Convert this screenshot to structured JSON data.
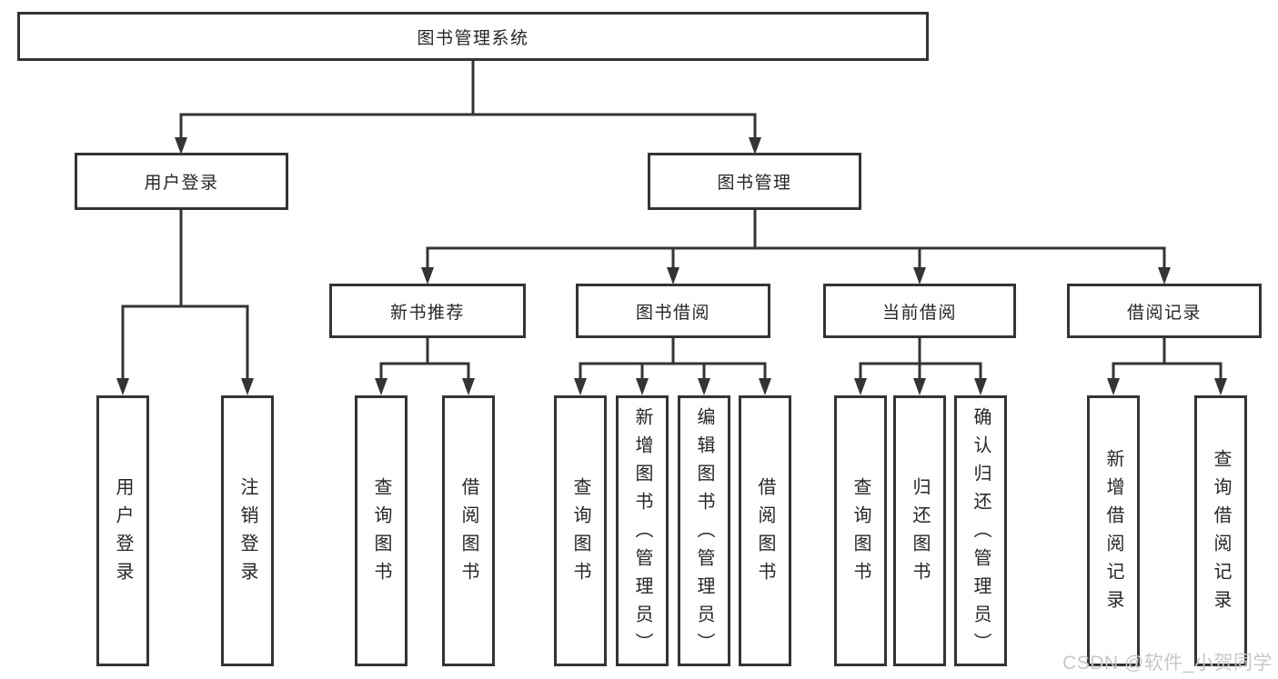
{
  "colors": {
    "line": "#343434",
    "text": "#262626",
    "watermark": "#c7c7c7",
    "background": "#ffffff"
  },
  "diagram": {
    "root": "图书管理系统",
    "branches": {
      "user_login": "用户登录",
      "book_management": "图书管理"
    },
    "book_management_children": {
      "new_book_recommend": "新书推荐",
      "book_borrowing": "图书借阅",
      "current_borrowing": "当前借阅",
      "borrowing_records": "借阅记录"
    },
    "leaves": {
      "user_login": "用户登录",
      "logout": "注销登录",
      "recommend_query_books": "查询图书",
      "recommend_borrow_books": "借阅图书",
      "borrowing_query_books": "查询图书",
      "borrowing_add_books_admin": "新增图书（管理员）",
      "borrowing_edit_books_admin": "编辑图书（管理员）",
      "borrowing_borrow_books": "借阅图书",
      "current_query_books": "查询图书",
      "current_return_books": "归还图书",
      "current_confirm_return_admin": "确认归还（管理员）",
      "records_add_record": "新增借阅记录",
      "records_query_record": "查询借阅记录"
    }
  },
  "watermark": "CSDN @软件_小贺同学"
}
